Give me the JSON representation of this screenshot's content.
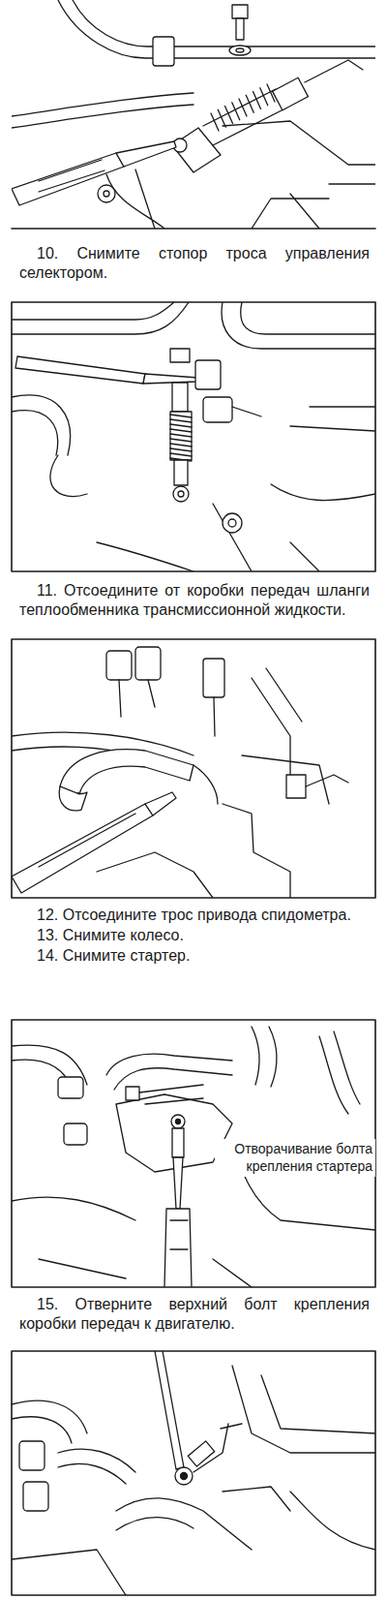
{
  "diagram": {
    "labels": [
      "10. Снимите стопор троса управления селектором.",
      "11. Отсоедините от коробки передач шланги теплообменника трансмиссионной жидкости.",
      "12. Отсоедините трос привода спидометра.",
      "13. Снимите колесо.",
      "14. Снимите стартер.",
      "Отворачивание болта крепления стартера",
      "15. Отверните верхний болт крепления коробки передач к двигателю."
    ]
  }
}
